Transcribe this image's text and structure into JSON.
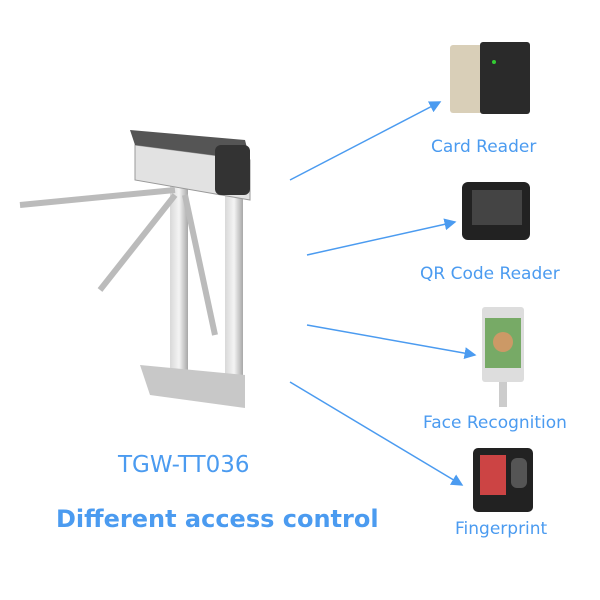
{
  "model": "TGW-TT036",
  "tagline": "Different access control",
  "devices": [
    {
      "label": "Card Reader",
      "icon": "card-reader"
    },
    {
      "label": "QR Code Reader",
      "icon": "qr-code-reader"
    },
    {
      "label": "Face Recognition",
      "icon": "face-recognition-terminal"
    },
    {
      "label": "Fingerprint",
      "icon": "fingerprint-reader"
    }
  ],
  "colors": {
    "text": "#4b9bf0",
    "arrow": "#4b9bf0"
  }
}
